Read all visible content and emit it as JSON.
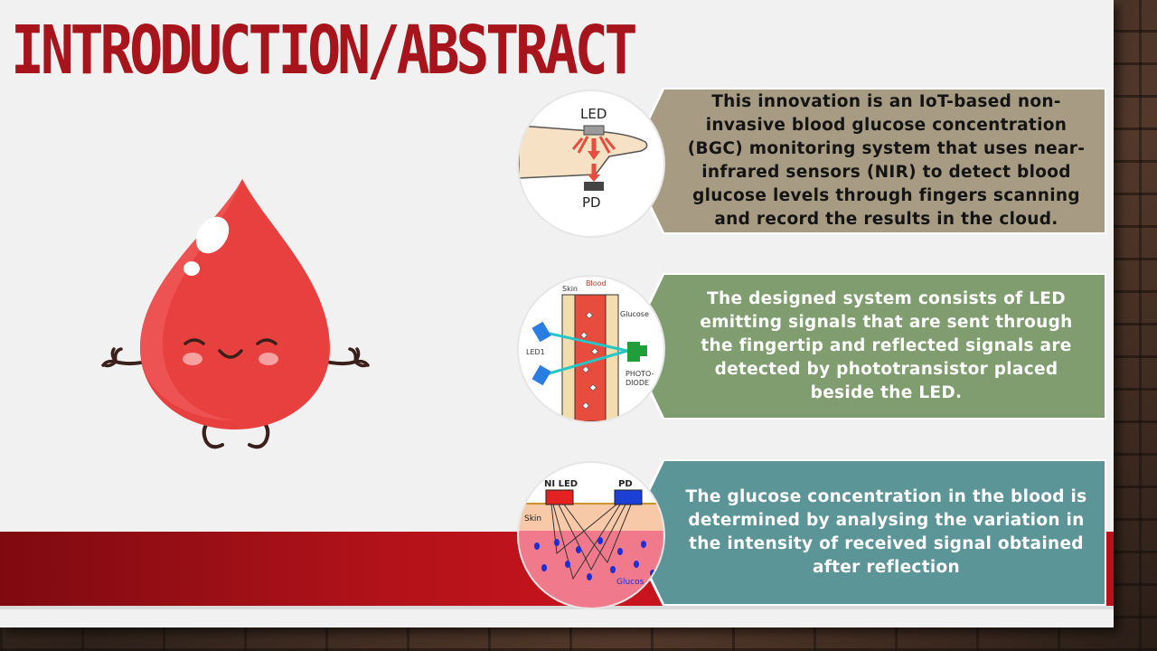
{
  "slide": {
    "title": "INTRODUCTION/ABSTRACT"
  },
  "rows": [
    {
      "text": "This innovation is an IoT-based non-invasive blood glucose concentration (BGC) monitoring system that uses near-infrared sensors (NIR) to detect blood glucose levels through fingers scanning and record the results in the cloud.",
      "panel_color": "#a79c83",
      "diagram": {
        "top_label": "LED",
        "bottom_label": "PD"
      }
    },
    {
      "text": "The designed system consists of LED emitting signals that are sent through the fingertip and reflected signals are detected by phototransistor placed beside the LED.",
      "panel_color": "#7f9d6e",
      "diagram": {
        "skin": "Skin",
        "blood": "Blood",
        "glucose": "Glucose",
        "led1": "LED1",
        "photo": "PHOTO-",
        "diode": "DIODE"
      }
    },
    {
      "text": "The glucose concentration in the blood is determined by analysing the variation in the intensity of received signal obtained after reflection",
      "panel_color": "#5c9598",
      "diagram": {
        "ni_led": "NI LED",
        "pd": "PD",
        "skin": "Skin",
        "glucose": "Glucos"
      }
    }
  ],
  "colors": {
    "title": "#a8141b",
    "band": "#c8141d",
    "drop": "#e8403f"
  }
}
